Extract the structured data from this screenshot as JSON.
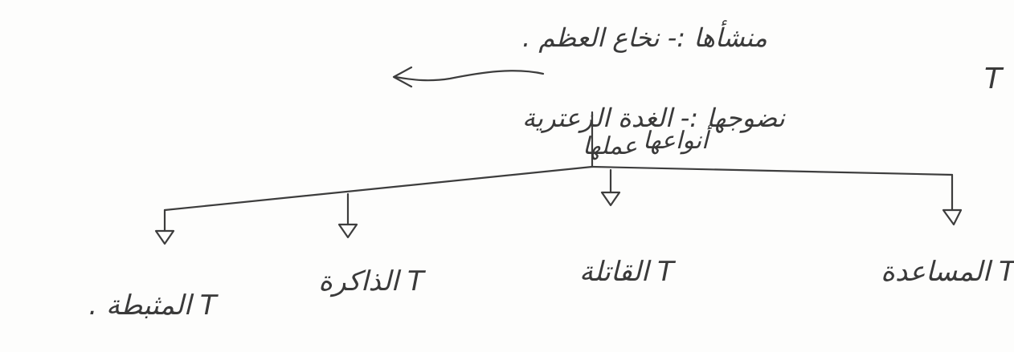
{
  "diagram": {
    "ink_color": "#3d3d3d",
    "paper_color": "#fdfdfc",
    "root": {
      "title": "آليه عمل خلايا ليمفيه T",
      "side_note_line1": "منشأها :- نخاع العظم .",
      "side_note_line2": "نضوجها :- الغدة الزعترية",
      "branch_right_label": "أنواعها",
      "branch_left_label": "عملها"
    },
    "children": [
      {
        "label": "T المساعدة"
      },
      {
        "label": "T القاتلة"
      },
      {
        "label": "T الذاكرة"
      },
      {
        "label": "T المثبطة ."
      }
    ]
  }
}
